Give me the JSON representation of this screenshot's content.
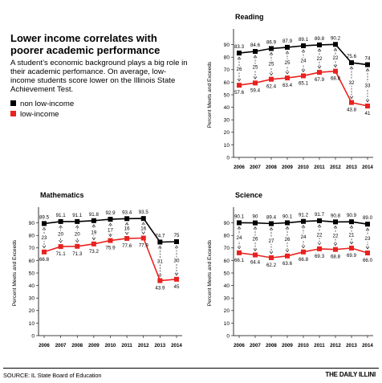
{
  "headline": "Lower income correlates with poorer academic performance",
  "intro": "A student’s economic background plays a big role in their academic perfomance.  On average, low-income students score lower on the Illinois State Achievement Test.",
  "legend": [
    {
      "label": "non low-income",
      "color": "#000000"
    },
    {
      "label": "low-income",
      "color": "#e8221f"
    }
  ],
  "footer": {
    "source": "SOURCE: IL State Board of Education",
    "credit": "THE DAILY ILLINI"
  },
  "chart_data": [
    {
      "type": "line",
      "title": "Reading",
      "ylabel": "Percent Meets and Exceeds",
      "ylim": [
        0,
        100
      ],
      "yticks": [
        0,
        10,
        20,
        30,
        40,
        50,
        60,
        70,
        80,
        90
      ],
      "x": [
        2006,
        2007,
        2008,
        2009,
        2010,
        2011,
        2012,
        2013,
        2014
      ],
      "series": [
        {
          "name": "non low-income",
          "color": "#000000",
          "values": [
            83.3,
            84.6,
            86.9,
            87.9,
            89.1,
            89.8,
            90.2,
            75.6,
            74
          ]
        },
        {
          "name": "low-income",
          "color": "#e8221f",
          "values": [
            57.6,
            59.4,
            62.4,
            63.4,
            65.1,
            67.9,
            68.8,
            43.8,
            41
          ]
        }
      ],
      "gaps": [
        26,
        25,
        25,
        25,
        24,
        22,
        22,
        32,
        33
      ],
      "value_labels": {
        "top": [
          "83.3",
          "84.6",
          "86.9",
          "87.9",
          "89.1",
          "89.8",
          "90.2",
          "75.6",
          "74"
        ],
        "bottom": [
          "57.6",
          "59.4",
          "62.4",
          "63.4",
          "65.1",
          "67.9",
          "68.8",
          "43.8",
          "41"
        ],
        "gaps": [
          "26",
          "25",
          "25",
          "25",
          "24",
          "22",
          "22",
          "32",
          "33"
        ]
      },
      "grid": false
    },
    {
      "type": "line",
      "title": "Mathematics",
      "ylabel": "Percent Meets and Exceeds",
      "ylim": [
        0,
        100
      ],
      "yticks": [
        0,
        10,
        20,
        30,
        40,
        50,
        60,
        70,
        80,
        90
      ],
      "x": [
        2006,
        2007,
        2008,
        2009,
        2010,
        2011,
        2012,
        2013,
        2014
      ],
      "series": [
        {
          "name": "non low-income",
          "color": "#000000",
          "values": [
            89.5,
            91.1,
            91.1,
            91.8,
            92.9,
            93.4,
            93.5,
            74.7,
            75
          ]
        },
        {
          "name": "low-income",
          "color": "#e8221f",
          "values": [
            66.8,
            71.1,
            71.3,
            73.2,
            75.9,
            77.6,
            77.9,
            43.9,
            45
          ]
        }
      ],
      "gaps": [
        23,
        20,
        20,
        19,
        17,
        16,
        16,
        31,
        30
      ],
      "value_labels": {
        "top": [
          "89.5",
          "91.1",
          "91.1",
          "91.8",
          "92.9",
          "93.4",
          "93.5",
          "74.7",
          "75"
        ],
        "bottom": [
          "66.8",
          "71.1",
          "71.3",
          "73.2",
          "75.9",
          "77.6",
          "77.9",
          "43.9",
          "45"
        ],
        "gaps": [
          "23",
          "20",
          "20",
          "19",
          "17",
          "16",
          "16",
          "31",
          "30"
        ]
      },
      "grid": false
    },
    {
      "type": "line",
      "title": "Science",
      "ylabel": "Percent Meets and Exceeds",
      "ylim": [
        0,
        100
      ],
      "yticks": [
        0,
        10,
        20,
        30,
        40,
        50,
        60,
        70,
        80,
        90
      ],
      "x": [
        2006,
        2007,
        2008,
        2009,
        2010,
        2011,
        2012,
        2013,
        2014
      ],
      "series": [
        {
          "name": "non low-income",
          "color": "#000000",
          "values": [
            90.1,
            90,
            89.4,
            90.1,
            91.2,
            91.7,
            90.8,
            90.9,
            89.0
          ]
        },
        {
          "name": "low-income",
          "color": "#e8221f",
          "values": [
            66.1,
            64.4,
            62.2,
            63.6,
            66.8,
            69.3,
            68.8,
            69.9,
            66.0
          ]
        }
      ],
      "gaps": [
        24,
        26,
        27,
        26,
        24,
        22,
        22,
        21,
        23
      ],
      "value_labels": {
        "top": [
          "90.1",
          "90",
          "89.4",
          "90.1",
          "91.2",
          "91.7",
          "90.8",
          "90.9",
          "89.0"
        ],
        "bottom": [
          "66.1",
          "64.4",
          "62.2",
          "63.6",
          "66.8",
          "69.3",
          "68.8",
          "69.9",
          "66.0"
        ],
        "gaps": [
          "24",
          "26",
          "27",
          "26",
          "24",
          "22",
          "22",
          "21",
          "23"
        ]
      },
      "grid": false
    }
  ]
}
